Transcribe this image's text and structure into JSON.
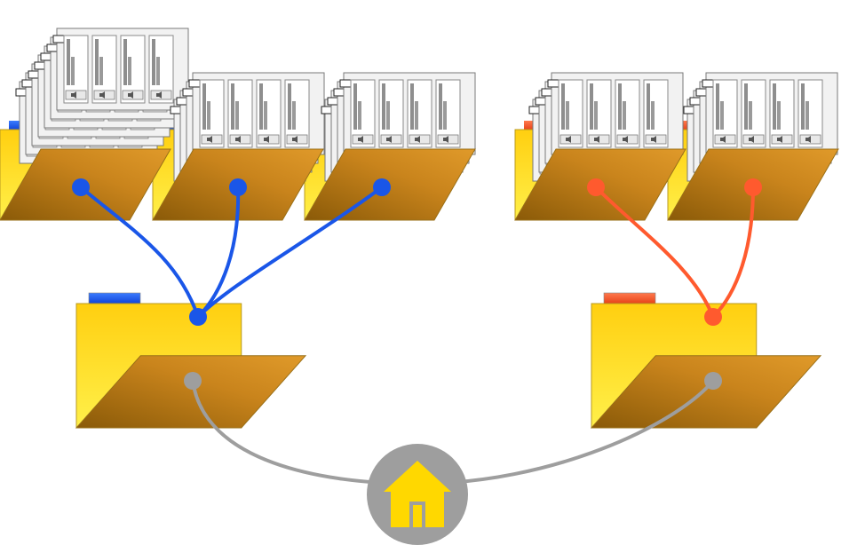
{
  "diagram": {
    "type": "folder-hierarchy",
    "root": {
      "icon": "home-icon"
    },
    "groups": [
      {
        "name": "blue-group",
        "accent": "#1a56e8",
        "child_folder_count": 3,
        "icon": "folder-icon"
      },
      {
        "name": "red-group",
        "accent": "#ff5a2e",
        "child_folder_count": 2,
        "icon": "folder-icon"
      }
    ],
    "file_icon": "audio-file-icon",
    "colors": {
      "folder_back": "#ffd21a",
      "folder_front": "#c98a1e",
      "connector_root": "#9e9e9e",
      "blue_accent": "#1a56e8",
      "red_accent": "#ff5a2e",
      "file_card": "#f2f2f2"
    }
  }
}
